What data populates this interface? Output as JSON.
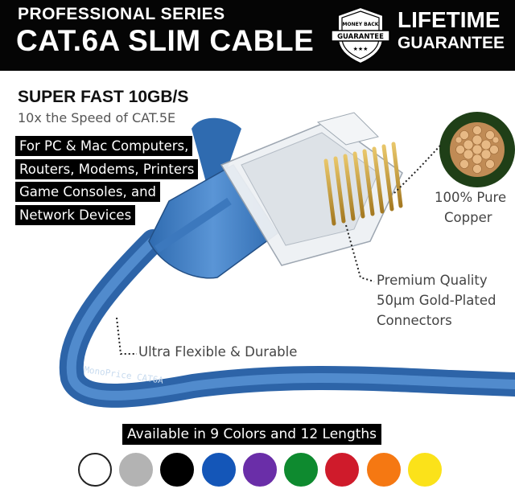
{
  "header": {
    "series": "PROFESSIONAL SERIES",
    "title": "CAT.6A SLIM CABLE",
    "badge_top": "MONEY BACK",
    "badge_main": "GUARANTEE",
    "lifetime": "LIFETIME",
    "guarantee": "GUARANTEE"
  },
  "speed": {
    "title": "SUPER FAST 10GB/S",
    "subtitle": "10x the Speed of CAT.5E"
  },
  "uses": [
    "For PC & Mac Computers,",
    "Routers, Modems, Printers",
    "Game Consoles, and",
    "Network Devices"
  ],
  "callouts": {
    "copper": [
      "100% Pure",
      "Copper"
    ],
    "connectors": [
      "Premium Quality",
      "50µm Gold-Plated",
      "Connectors"
    ],
    "flexible": "Ultra Flexible & Durable"
  },
  "cable_print": "MonoPrice CAT6A",
  "colors_title": "Available in 9 Colors and 12 Lengths",
  "colors": [
    "#ffffff",
    "#b3b3b3",
    "#000000",
    "#1456b8",
    "#6a2ea8",
    "#0e8a2f",
    "#cf1b2b",
    "#f57812",
    "#fbe21a"
  ],
  "cable_color": "#3f7fc4"
}
